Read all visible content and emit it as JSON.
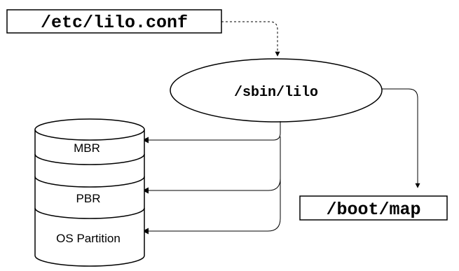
{
  "diagram": {
    "nodes": {
      "lilo_conf": {
        "label": "/etc/lilo.conf",
        "shape": "rectangle"
      },
      "sbin_lilo": {
        "label": "/sbin/lilo",
        "shape": "ellipse"
      },
      "boot_map": {
        "label": "/boot/map",
        "shape": "rectangle"
      },
      "disk": {
        "shape": "cylinder",
        "sections": [
          {
            "label": "MBR"
          },
          {
            "label": "PBR"
          },
          {
            "label": "OS Partition"
          }
        ]
      }
    },
    "edges": [
      {
        "from": "/etc/lilo.conf",
        "to": "/sbin/lilo",
        "style": "dashed"
      },
      {
        "from": "/sbin/lilo",
        "to": "/boot/map",
        "style": "solid"
      },
      {
        "from": "/sbin/lilo",
        "to": "MBR",
        "style": "solid"
      },
      {
        "from": "/sbin/lilo",
        "to": "PBR",
        "style": "solid"
      },
      {
        "from": "/sbin/lilo",
        "to": "OS Partition",
        "style": "solid"
      }
    ]
  },
  "colors": {
    "stroke": "#000000",
    "fill": "#ffffff",
    "text": "#000000"
  }
}
